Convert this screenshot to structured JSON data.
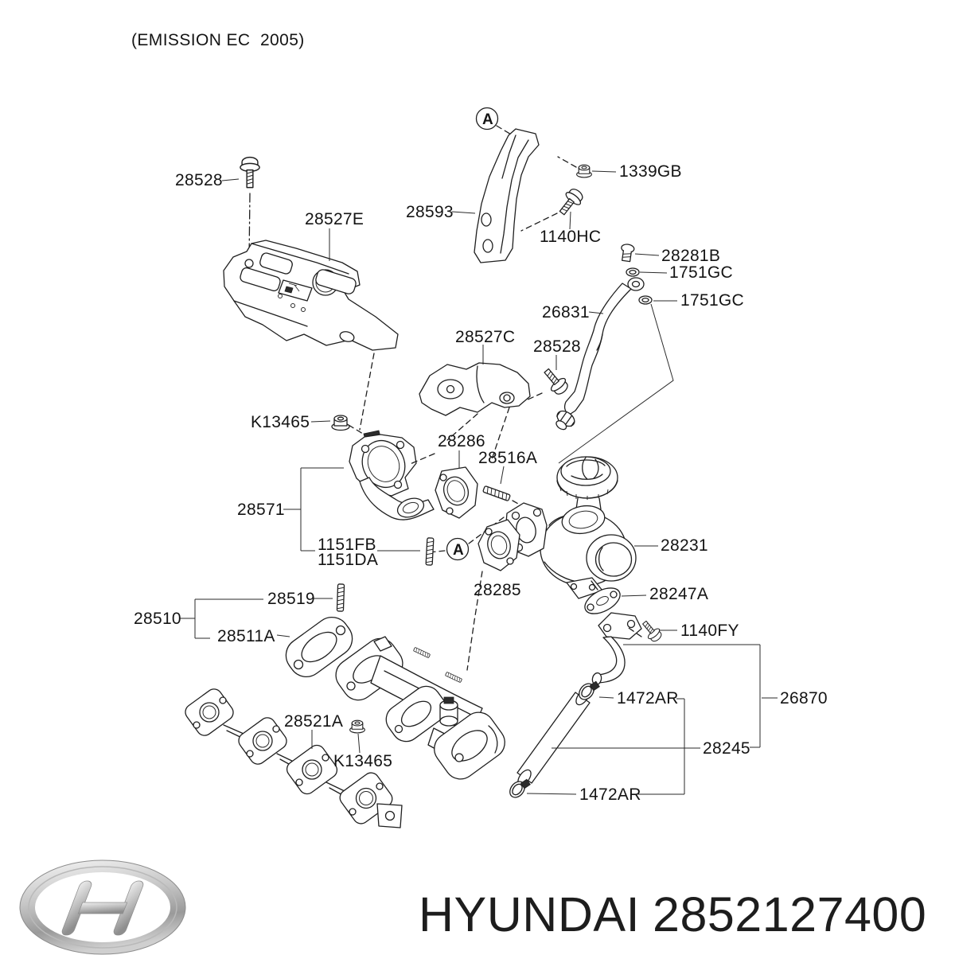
{
  "page": {
    "note": "(EMISSION EC  2005)"
  },
  "diagram": {
    "callout_letter": "A",
    "line_color": "#1f1f1f",
    "labels": [
      {
        "id": "bolt-top",
        "text": "28528"
      },
      {
        "id": "shield-upper",
        "text": "28527E"
      },
      {
        "id": "bracket",
        "text": "28593"
      },
      {
        "id": "bracket-nut",
        "text": "1339GB"
      },
      {
        "id": "bracket-bolt",
        "text": "1140HC"
      },
      {
        "id": "union-bolt",
        "text": "28281B"
      },
      {
        "id": "washer-upper",
        "text": "1751GC"
      },
      {
        "id": "washer-lower",
        "text": "1751GC"
      },
      {
        "id": "oil-feed-pipe",
        "text": "26831"
      },
      {
        "id": "shield-lower",
        "text": "28527C"
      },
      {
        "id": "bolt-lower",
        "text": "28528"
      },
      {
        "id": "nut-upper",
        "text": "K13465"
      },
      {
        "id": "gasket-adapter",
        "text": "28286"
      },
      {
        "id": "stud-turbo",
        "text": "28516A"
      },
      {
        "id": "adapter",
        "text": "28571"
      },
      {
        "id": "stud-fb",
        "text": "1151FB"
      },
      {
        "id": "stud-da",
        "text": "1151DA"
      },
      {
        "id": "turbocharger",
        "text": "28231"
      },
      {
        "id": "gasket-turbo",
        "text": "28285"
      },
      {
        "id": "gasket-drain",
        "text": "28247A"
      },
      {
        "id": "stud-manifold",
        "text": "28519"
      },
      {
        "id": "manifold-group",
        "text": "28510"
      },
      {
        "id": "gasket-inlet",
        "text": "28511A"
      },
      {
        "id": "bolt-drain",
        "text": "1140FY"
      },
      {
        "id": "clamp-upper",
        "text": "1472AR"
      },
      {
        "id": "drain-assembly",
        "text": "26870"
      },
      {
        "id": "return-tube",
        "text": "28245"
      },
      {
        "id": "gasket-set",
        "text": "28521A"
      },
      {
        "id": "nut-lower",
        "text": "K13465"
      },
      {
        "id": "clamp-lower",
        "text": "1472AR"
      }
    ]
  },
  "footer": {
    "brand": "HYUNDAI",
    "part_number": "2852127400"
  }
}
